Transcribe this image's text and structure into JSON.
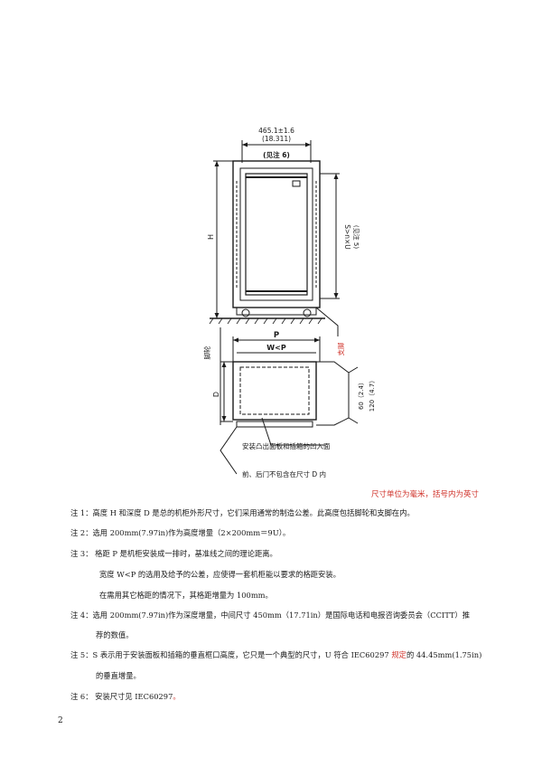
{
  "figure": {
    "width_dim": "465.1±1.6",
    "width_dim_in": "(18.311)",
    "top_note": "(见注 6)",
    "height_label": "H",
    "s_label": "S>n×U",
    "s_note": "(见注 5)",
    "caster_label": "脚轮",
    "depth_label": "D",
    "pitch_label": "P",
    "width_lt_pitch": "W<P",
    "foot_label": "支脚",
    "dim_60": "60（2.4）",
    "dim_120": "120（4.7）",
    "recess_note": "安装凸出面板和插箱的凹入面",
    "door_note": "前、后门不包含在尺寸 D 内"
  },
  "unit_note": "尺寸单位为毫米，括号内为英寸",
  "notes": {
    "n1": "注 1：高度 H 和深度 D 是总的机柜外形尺寸，它们采用通常的制造公差。此高度包括脚轮和支脚在内。",
    "n2": "注 2：选用 200mm(7.97in)作为高度增量（2×200mm＝9U）。",
    "n3a": "注 3：  格距 P 是机柜安装成一排时，基准线之间的理论距离。",
    "n3b": "宽度 W<P 的选用及给予的公差，应使得一套机柜能以要求的格距安装。",
    "n3c": "在需用其它格距的情况下，其格距增量为 100mm。",
    "n4a": "注 4：选用 200mm(7.97in)作为深度增量，中间尺寸 450mm（17.71in）是国际电话和电报咨询委员会（CCITT）推",
    "n4b": "荐的数值。",
    "n5a_pre": "注 5：S 表示用于安装面板和插箱的垂直框口高度，它只是一个典型的尺寸，U 符合 IEC60297 ",
    "n5a_red": "规定",
    "n5a_post": "的 44.45mm(1.75in)",
    "n5b": "的垂直增量。",
    "n6_pre": "注 6：  安装尺寸见 IEC60297",
    "n6_red": "。"
  },
  "page_number": "2"
}
